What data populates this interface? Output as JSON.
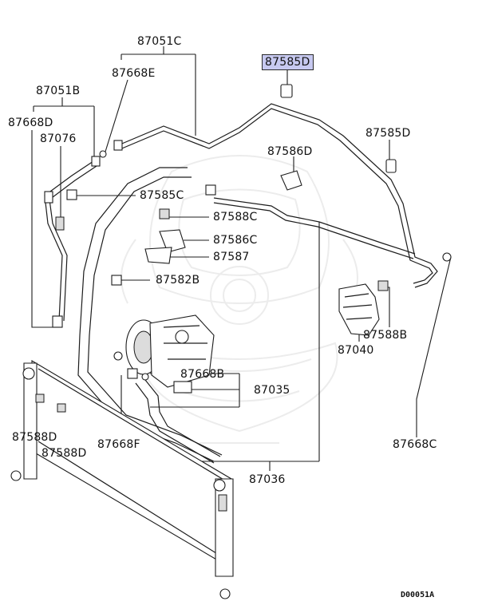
{
  "diagram_code": "D00051A",
  "labels": {
    "p87051C": "87051C",
    "p87585D_top": "87585D",
    "p87668E": "87668E",
    "p87051B": "87051B",
    "p87668D": "87668D",
    "p87076": "87076",
    "p87585D_right": "87585D",
    "p87586D": "87586D",
    "p87585C": "87585C",
    "p87588C": "87588C",
    "p87586C": "87586C",
    "p87587": "87587",
    "p87582B": "87582B",
    "p87588B": "87588B",
    "p87040": "87040",
    "p87668B": "87668B",
    "p87035": "87035",
    "p87588D_a": "87588D",
    "p87588D_b": "87588D",
    "p87668F": "87668F",
    "p87668C": "87668C",
    "p87036": "87036"
  },
  "highlighted_part": "87585D"
}
